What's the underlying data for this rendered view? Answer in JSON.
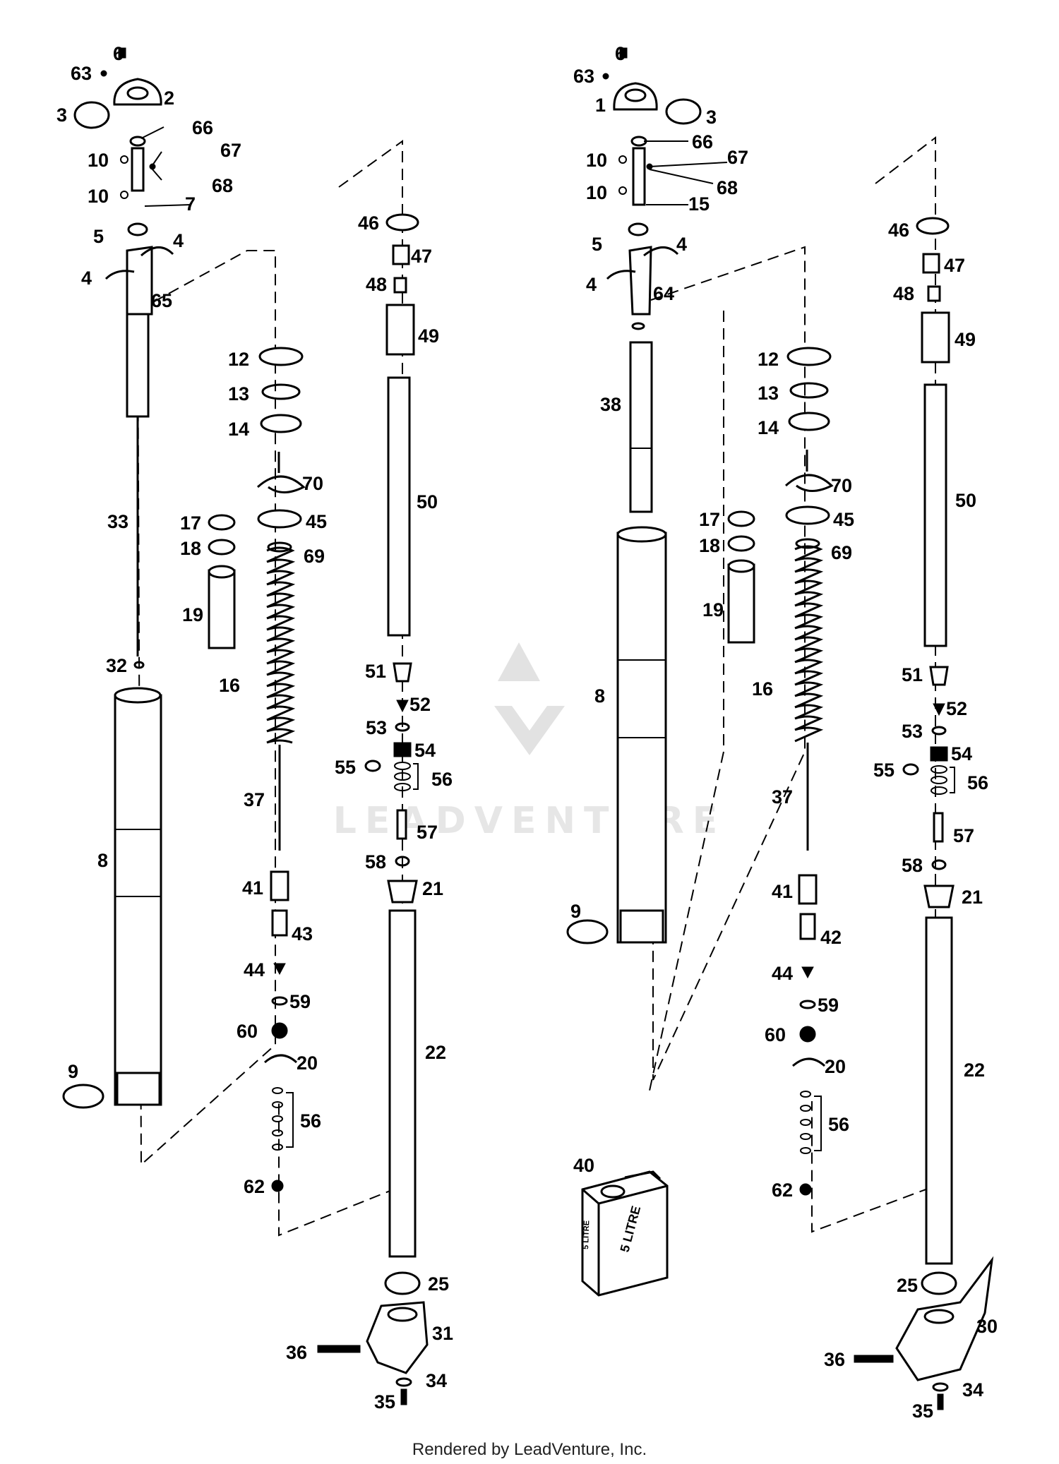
{
  "watermark": "LEADVENTURE",
  "footer": "Rendered by LeadVenture, Inc.",
  "left_assembly": {
    "callouts": [
      "6",
      "63",
      "2",
      "3",
      "66",
      "10",
      "67",
      "68",
      "10",
      "7",
      "5",
      "4",
      "4",
      "65",
      "33",
      "32",
      "8",
      "9",
      "12",
      "13",
      "14",
      "70",
      "45",
      "69",
      "17",
      "18",
      "19",
      "16",
      "37",
      "41",
      "43",
      "44",
      "59",
      "60",
      "20",
      "56",
      "62",
      "46",
      "47",
      "48",
      "49",
      "50",
      "51",
      "52",
      "53",
      "54",
      "55",
      "56",
      "57",
      "58",
      "21",
      "22",
      "25",
      "31",
      "36",
      "34",
      "35"
    ]
  },
  "right_assembly": {
    "callouts": [
      "6",
      "63",
      "1",
      "3",
      "66",
      "10",
      "67",
      "68",
      "10",
      "15",
      "5",
      "4",
      "4",
      "64",
      "38",
      "8",
      "9",
      "12",
      "13",
      "14",
      "70",
      "45",
      "69",
      "17",
      "18",
      "19",
      "16",
      "37",
      "41",
      "42",
      "44",
      "59",
      "60",
      "20",
      "56",
      "62",
      "40",
      "46",
      "47",
      "48",
      "49",
      "50",
      "51",
      "52",
      "53",
      "54",
      "55",
      "56",
      "57",
      "58",
      "21",
      "22",
      "25",
      "30",
      "36",
      "34",
      "35"
    ]
  },
  "oil_can_label": "5 LITRE"
}
